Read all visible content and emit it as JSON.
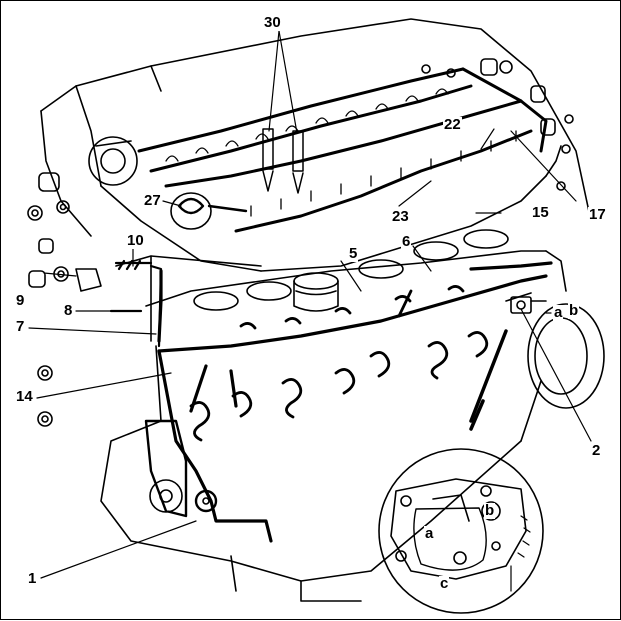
{
  "callouts": {
    "c30": "30",
    "c22": "22",
    "c27": "27",
    "c23": "23",
    "c15": "15",
    "c17": "17",
    "c10": "10",
    "c5": "5",
    "c6": "6",
    "c9": "9",
    "c8": "8",
    "c7": "7",
    "c14": "14",
    "c2": "2",
    "c1": "1",
    "ca": "a",
    "cb": "b"
  },
  "inset": {
    "a": "a",
    "b": "b",
    "c": "c"
  }
}
